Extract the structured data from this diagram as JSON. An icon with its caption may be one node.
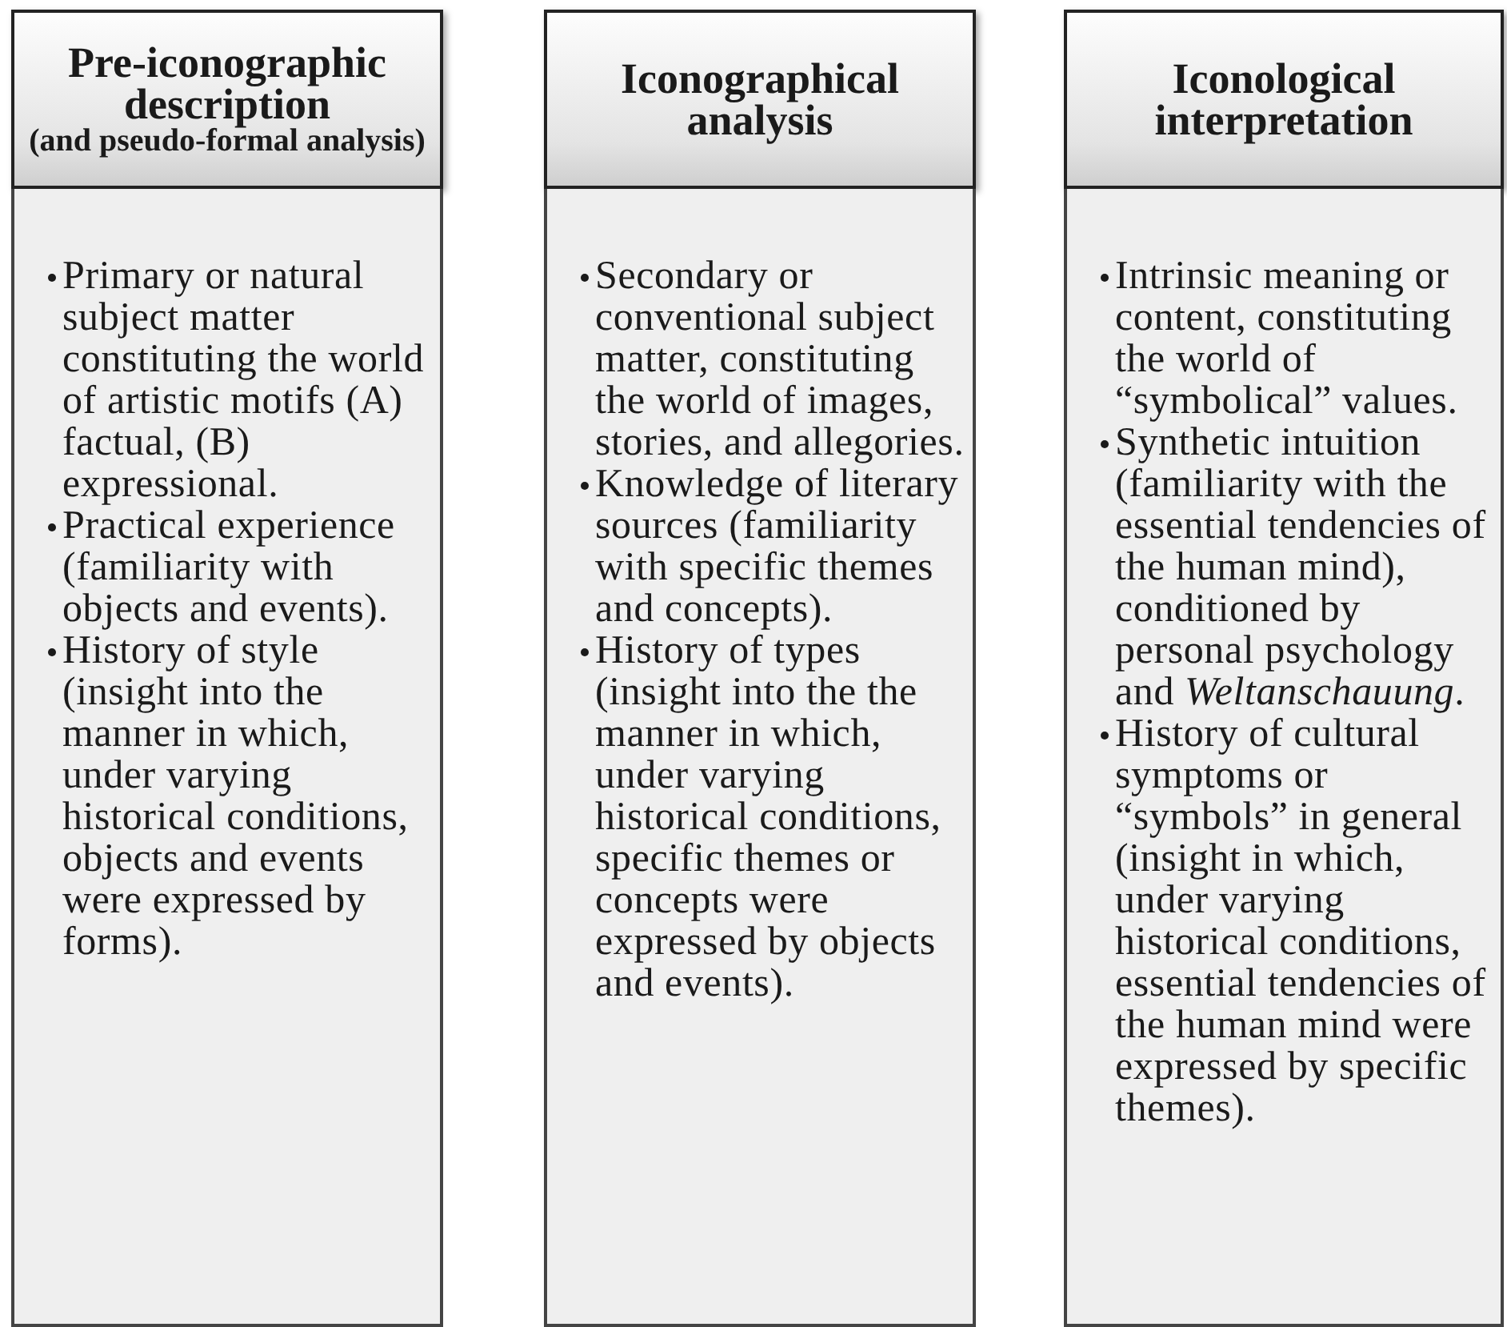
{
  "diagram": {
    "nodes": [
      {
        "text": [
          "Pre-iconographic description",
          "(and pseudo-formal analysis)"
        ]
      },
      {
        "text": [
          "Iconographical analysis"
        ]
      },
      {
        "text": [
          "Iconological interpretation"
        ]
      },
      {
        "text": [
          "Primary or natural subject matter constituting the world of artistic motifs (A) factual, (B) expressional.",
          "Practical experience (familiarity with objects and events).",
          "History of style (insight into the manner in which, under varying historical conditions, objects and events were expressed by forms)."
        ]
      },
      {
        "text": [
          "Secondary or conventional subject matter, constituting the world of images, stories, and allegories.",
          "Knowledge of literary sources (familiarity with specific themes and concepts).",
          "History of types (insight into the the manner in which, under varying historical conditions, specific themes or concepts were expressed by objects and events)."
        ]
      },
      {
        "text": [
          "Intrinsic meaning or content, constituting the world of “symbolical” values.",
          "Synthetic intuition (familiarity with the essential tendencies of the human mind), conditioned by personal psychology and *Weltanschauung*.",
          "History of cultural symptoms or “symbols” in general (insight in which, under varying historical conditions, essential tendencies of the human mind were expressed by specific themes)."
        ]
      }
    ]
  }
}
